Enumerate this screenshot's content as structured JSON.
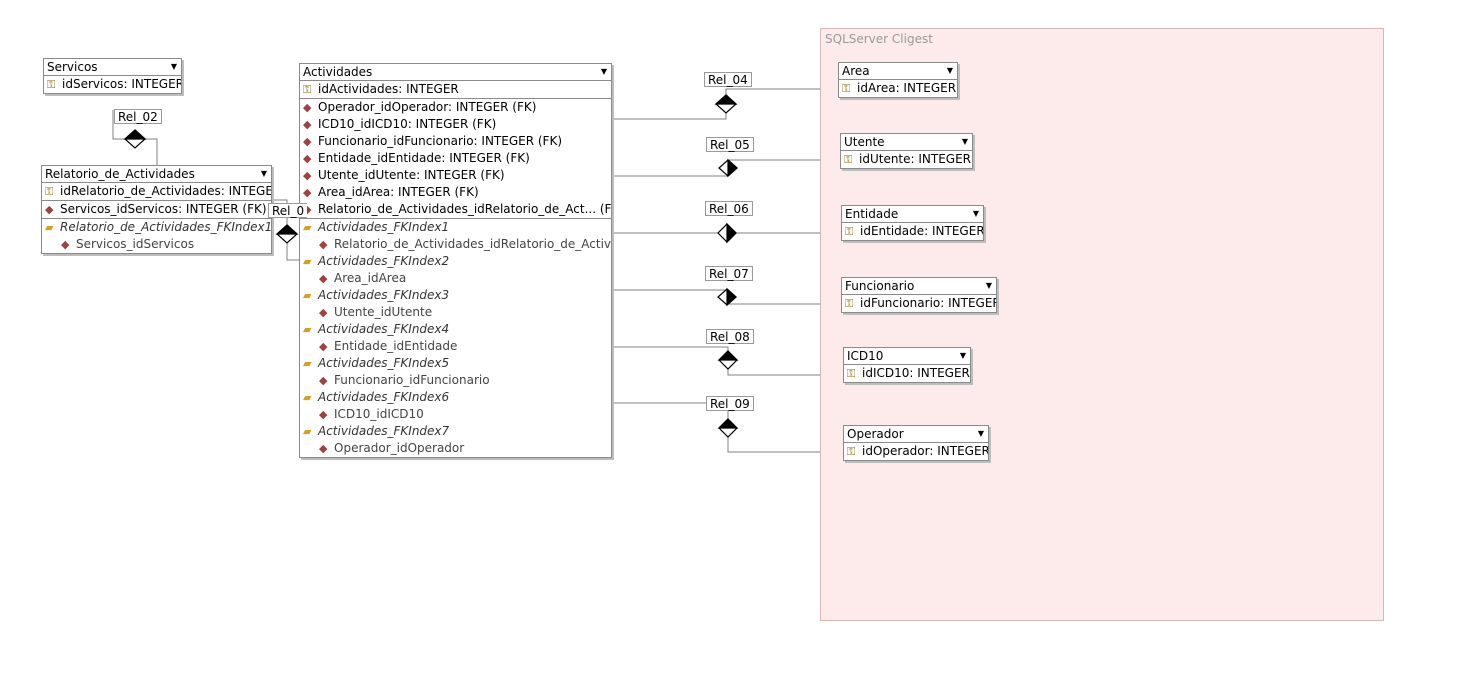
{
  "region": {
    "label": "SQLServer Cligest"
  },
  "entities": {
    "servicos": {
      "name": "Servicos",
      "pk": "idServicos: INTEGER"
    },
    "relatorio": {
      "name": "Relatorio_de_Actividades",
      "pk": "idRelatorio_de_Actividades: INTEGER",
      "fk": "Servicos_idServicos: INTEGER (FK)",
      "index": "Relatorio_de_Actividades_FKIndex1",
      "index_col": "Servicos_idServicos"
    },
    "actividades": {
      "name": "Actividades",
      "pk": "idActividades: INTEGER",
      "fks": [
        "Operador_idOperador: INTEGER (FK)",
        "ICD10_idICD10: INTEGER (FK)",
        "Funcionario_idFuncionario: INTEGER (FK)",
        "Entidade_idEntidade: INTEGER (FK)",
        "Utente_idUtente: INTEGER (FK)",
        "Area_idArea: INTEGER (FK)",
        "Relatorio_de_Actividades_idRelatorio_de_Act... (FK)"
      ],
      "indexes": [
        {
          "name": "Actividades_FKIndex1",
          "col": "Relatorio_de_Actividades_idRelatorio_de_Actividades"
        },
        {
          "name": "Actividades_FKIndex2",
          "col": "Area_idArea"
        },
        {
          "name": "Actividades_FKIndex3",
          "col": "Utente_idUtente"
        },
        {
          "name": "Actividades_FKIndex4",
          "col": "Entidade_idEntidade"
        },
        {
          "name": "Actividades_FKIndex5",
          "col": "Funcionario_idFuncionario"
        },
        {
          "name": "Actividades_FKIndex6",
          "col": "ICD10_idICD10"
        },
        {
          "name": "Actividades_FKIndex7",
          "col": "Operador_idOperador"
        }
      ]
    },
    "area": {
      "name": "Area",
      "pk": "idArea: INTEGER"
    },
    "utente": {
      "name": "Utente",
      "pk": "idUtente: INTEGER"
    },
    "entidade": {
      "name": "Entidade",
      "pk": "idEntidade: INTEGER"
    },
    "funcionario": {
      "name": "Funcionario",
      "pk": "idFuncionario: INTEGER"
    },
    "icd10": {
      "name": "ICD10",
      "pk": "idICD10: INTEGER"
    },
    "operador": {
      "name": "Operador",
      "pk": "idOperador: INTEGER"
    }
  },
  "relations": {
    "rel_02": "Rel_02",
    "rel_03": "Rel_0",
    "rel_04": "Rel_04",
    "rel_05": "Rel_05",
    "rel_06": "Rel_06",
    "rel_07": "Rel_07",
    "rel_08": "Rel_08",
    "rel_09": "Rel_09"
  },
  "icons": {
    "title_dropdown": "chevron-down-icon",
    "primary_key": "key-icon",
    "foreign_key": "diamond-icon",
    "index": "folder-icon"
  }
}
